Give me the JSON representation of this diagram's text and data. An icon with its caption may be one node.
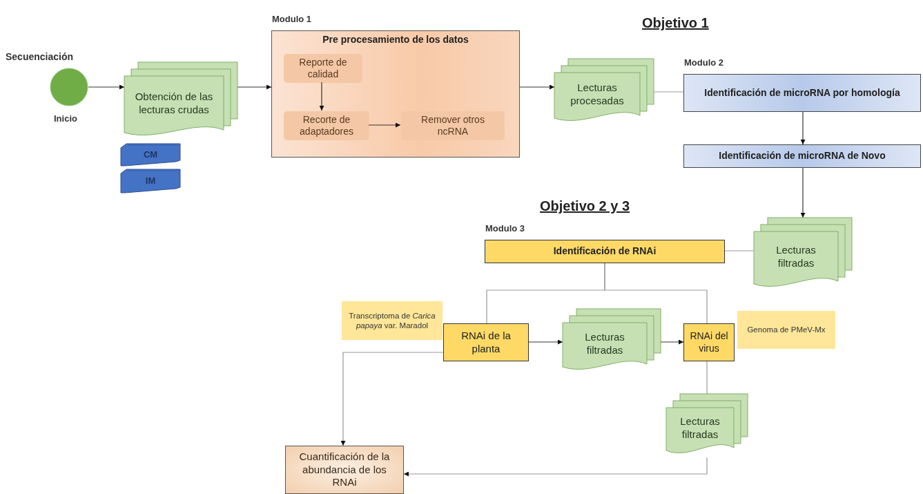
{
  "diagram": {
    "nodes": [
      {
        "text": [
          "Secuenciación",
          "Inicio"
        ]
      },
      {
        "text": [
          "Obtención de las lecturas crudas"
        ]
      },
      {
        "text": [
          "CM"
        ]
      },
      {
        "text": [
          "IM"
        ]
      },
      {
        "text": [
          "Modulo 1",
          "Pre procesamiento de los datos"
        ]
      },
      {
        "text": [
          "Reporte de calidad"
        ],
        "in": 4
      },
      {
        "text": [
          "Recorte de adaptadores"
        ],
        "in": 4
      },
      {
        "text": [
          "Remover otros ncRNA"
        ],
        "in": 4
      },
      {
        "text": [
          "Lecturas procesadas"
        ]
      },
      {
        "text": [
          "Modulo 2",
          "Identificación de microRNA por homología"
        ]
      },
      {
        "text": [
          "Identificación de microRNA de Novo"
        ]
      },
      {
        "text": [
          "Lecturas filtradas"
        ]
      },
      {
        "text": [
          "Modulo 3",
          "Identificación de RNAi"
        ]
      },
      {
        "text": [
          "Transcriptoma de *Carica papaya* var. Maradol"
        ]
      },
      {
        "text": [
          "RNAi de la planta"
        ]
      },
      {
        "text": [
          "Lecturas filtradas"
        ]
      },
      {
        "text": [
          "RNAi del virus"
        ]
      },
      {
        "text": [
          "Genoma de PMeV-Mx"
        ]
      },
      {
        "text": [
          "Lecturas filtradas"
        ]
      },
      {
        "text": [
          "Cuantificación de la abundancia de los RNAi"
        ]
      }
    ],
    "edges": [
      {
        "from": 0,
        "to": 1,
        "arrow": "to"
      },
      {
        "from": 1,
        "to": 4,
        "arrow": "to"
      },
      {
        "from": 5,
        "to": 6,
        "arrow": "to"
      },
      {
        "from": 6,
        "to": 7,
        "arrow": "to"
      },
      {
        "from": 4,
        "to": 8,
        "arrow": "to"
      },
      {
        "from": 8,
        "to": 9,
        "arrow": "none",
        "color": "#999999"
      },
      {
        "from": 9,
        "to": 10,
        "arrow": "to"
      },
      {
        "from": 10,
        "to": 11,
        "arrow": "to"
      },
      {
        "from": 11,
        "to": 12,
        "arrow": "none",
        "color": "#999999"
      },
      {
        "from": 12,
        "to": 14,
        "arrow": "none",
        "color": "#999999"
      },
      {
        "from": 12,
        "to": 16,
        "arrow": "none",
        "color": "#999999"
      },
      {
        "from": 14,
        "to": 15,
        "arrow": "to"
      },
      {
        "from": 15,
        "to": 16,
        "arrow": "to"
      },
      {
        "from": 16,
        "to": 18,
        "arrow": "none",
        "color": "#999999"
      },
      {
        "from": 18,
        "to": 19,
        "arrow": "to",
        "color": "#999999"
      },
      {
        "from": 14,
        "to": 19,
        "arrow": "to",
        "color": "#999999"
      }
    ],
    "labels": [
      "Objetivo 1",
      "Objetivo 2 y 3"
    ]
  }
}
